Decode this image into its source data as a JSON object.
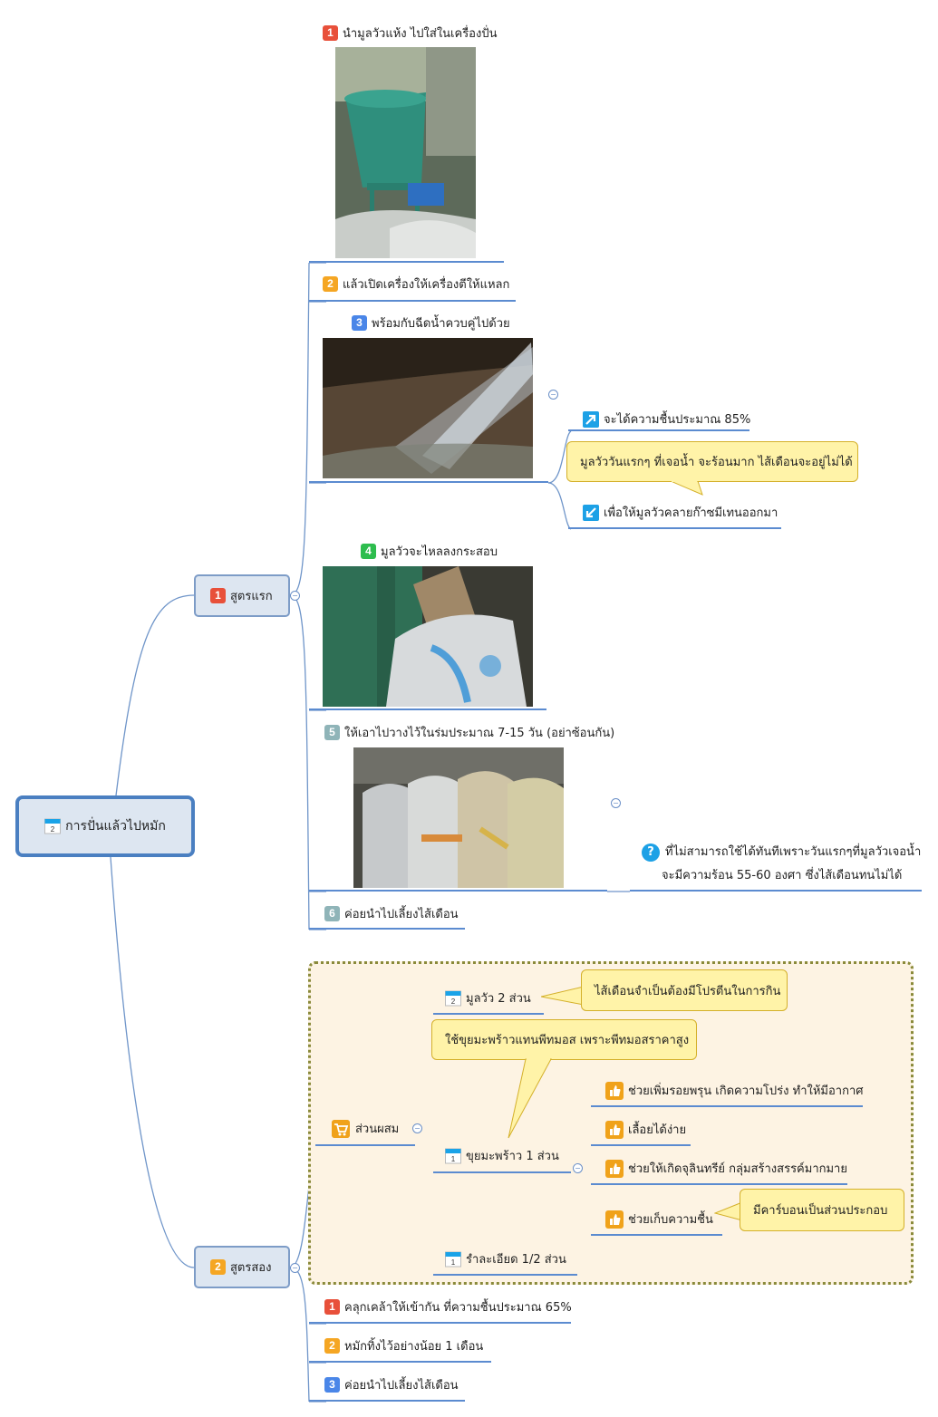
{
  "root": {
    "label": "การปั่นแล้วไปหมัก",
    "icon": "calendar-2-icon"
  },
  "branch1": {
    "badge": "1",
    "label": "สูตรแรก",
    "steps": [
      {
        "badge": "1",
        "label": "นำมูลวัวแห้ง ไปใส่ในเครื่องปั่น",
        "image": "machine-photo"
      },
      {
        "badge": "2",
        "label": "แล้วเปิดเครื่องให้เครื่องตีให้แหลก"
      },
      {
        "badge": "3",
        "label": "พร้อมกับฉีดน้ำควบคู่ไปด้วย",
        "image": "spraying-water-photo"
      },
      {
        "badge": "4",
        "label": "มูลวัวจะไหลลงกระสอบ",
        "image": "sack-photo"
      },
      {
        "badge": "5",
        "label": "ให้เอาไปวางไว้ในร่มประมาณ 7-15 วัน (อย่าซ้อนกัน)",
        "image": "stacked-sacks-photo"
      },
      {
        "badge": "6",
        "label": "ค่อยนำไปเลี้ยงไส้เดือน"
      }
    ],
    "step3_sub": {
      "up": "จะได้ความชื้นประมาณ 85%",
      "callout": "มูลวัววันแรกๆ ที่เจอน้ำ จะร้อนมาก ไส้เดือนจะอยู่ไม่ได้",
      "down": "เพื่อให้มูลวัวคลายก๊าซมีเทนออกมา"
    },
    "step5_sub": {
      "line1": "ที่ไม่สามารถใช้ได้ทันทีเพราะวันแรกๆที่มูลวัวเจอน้ำ",
      "line2": "จะมีความร้อน 55-60 องศา ซึ่งไส้เดือนทนไม่ได้"
    }
  },
  "branch2": {
    "badge": "2",
    "label": "สูตรสอง",
    "ingredients": {
      "label": "ส่วนผสม",
      "items": [
        {
          "cal": "2",
          "label": "มูลวัว 2 ส่วน",
          "callout": "ไส้เดือนจำเป็นต้องมีโปรตีนในการกิน"
        },
        {
          "cal": "1",
          "label": "ขุยมะพร้าว 1 ส่วน",
          "callout": "ใช้ขุยมะพร้าวแทนพีทมอส เพราะพีทมอสราคาสูง"
        },
        {
          "cal": "1",
          "label": "รำละเอียด 1/2 ส่วน"
        }
      ],
      "benefits": [
        "ช่วยเพิ่มรอยพรุน เกิดความโปร่ง ทำให้มีอากาศ",
        "เลื้อยได้ง่าย",
        "ช่วยให้เกิดจุลินทรีย์ กลุ่มสร้างสรรค์มากมาย",
        "ช่วยเก็บความชื้น"
      ],
      "benefit4_callout": "มีคาร์บอนเป็นส่วนประกอบ"
    },
    "steps": [
      {
        "badge": "1",
        "label": "คลุกเคล้าให้เข้ากัน ที่ความชื้นประมาณ 65%"
      },
      {
        "badge": "2",
        "label": "หมักทิ้งไว้อย่างน้อย 1 เดือน"
      },
      {
        "badge": "3",
        "label": "ค่อยนำไปเลี้ยงไส้เดือน"
      }
    ]
  },
  "colors": {
    "red": "#e8503a",
    "orange": "#f5a623",
    "blue": "#4a86e8",
    "green": "#2dbd4e",
    "teal": "#8fb4b8",
    "line": "#5b8bd0"
  }
}
